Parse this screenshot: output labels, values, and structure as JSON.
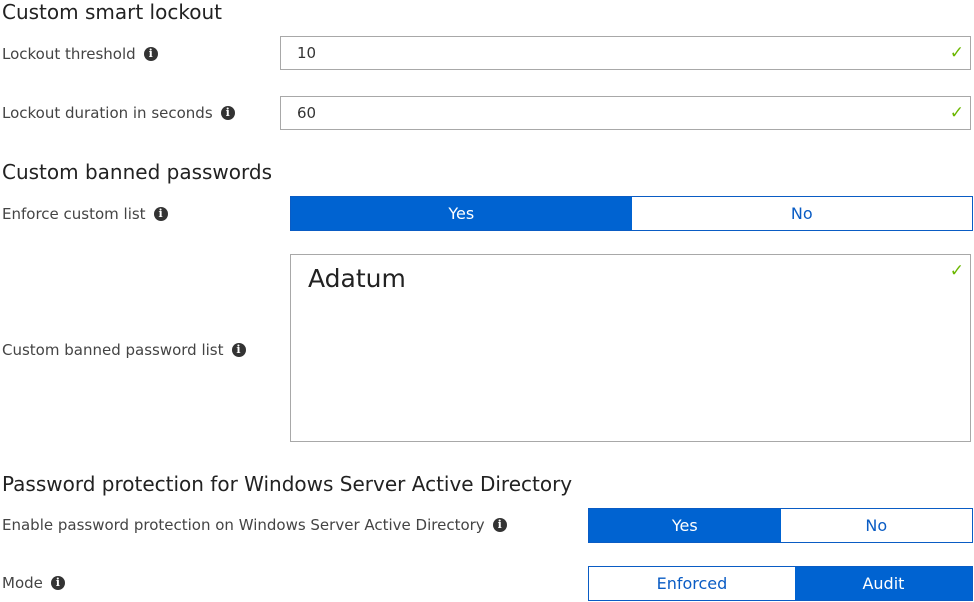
{
  "smart_lockout": {
    "heading": "Custom smart lockout",
    "threshold_label": "Lockout threshold",
    "threshold_value": "10",
    "duration_label": "Lockout duration in seconds",
    "duration_value": "60"
  },
  "banned_passwords": {
    "heading": "Custom banned passwords",
    "enforce_label": "Enforce custom list",
    "enforce_yes": "Yes",
    "enforce_no": "No",
    "enforce_selected": "Yes",
    "list_label": "Custom banned password list",
    "list_value": "Adatum"
  },
  "windows_ad": {
    "heading": "Password protection for Windows Server Active Directory",
    "enable_label": "Enable password protection on Windows Server Active Directory",
    "enable_yes": "Yes",
    "enable_no": "No",
    "enable_selected": "Yes",
    "mode_label": "Mode",
    "mode_enforced": "Enforced",
    "mode_audit": "Audit",
    "mode_selected": "Audit"
  },
  "icons": {
    "info": "info-icon",
    "valid": "checkmark-icon"
  },
  "colors": {
    "accent": "#0063d1",
    "valid": "#6bb700"
  }
}
